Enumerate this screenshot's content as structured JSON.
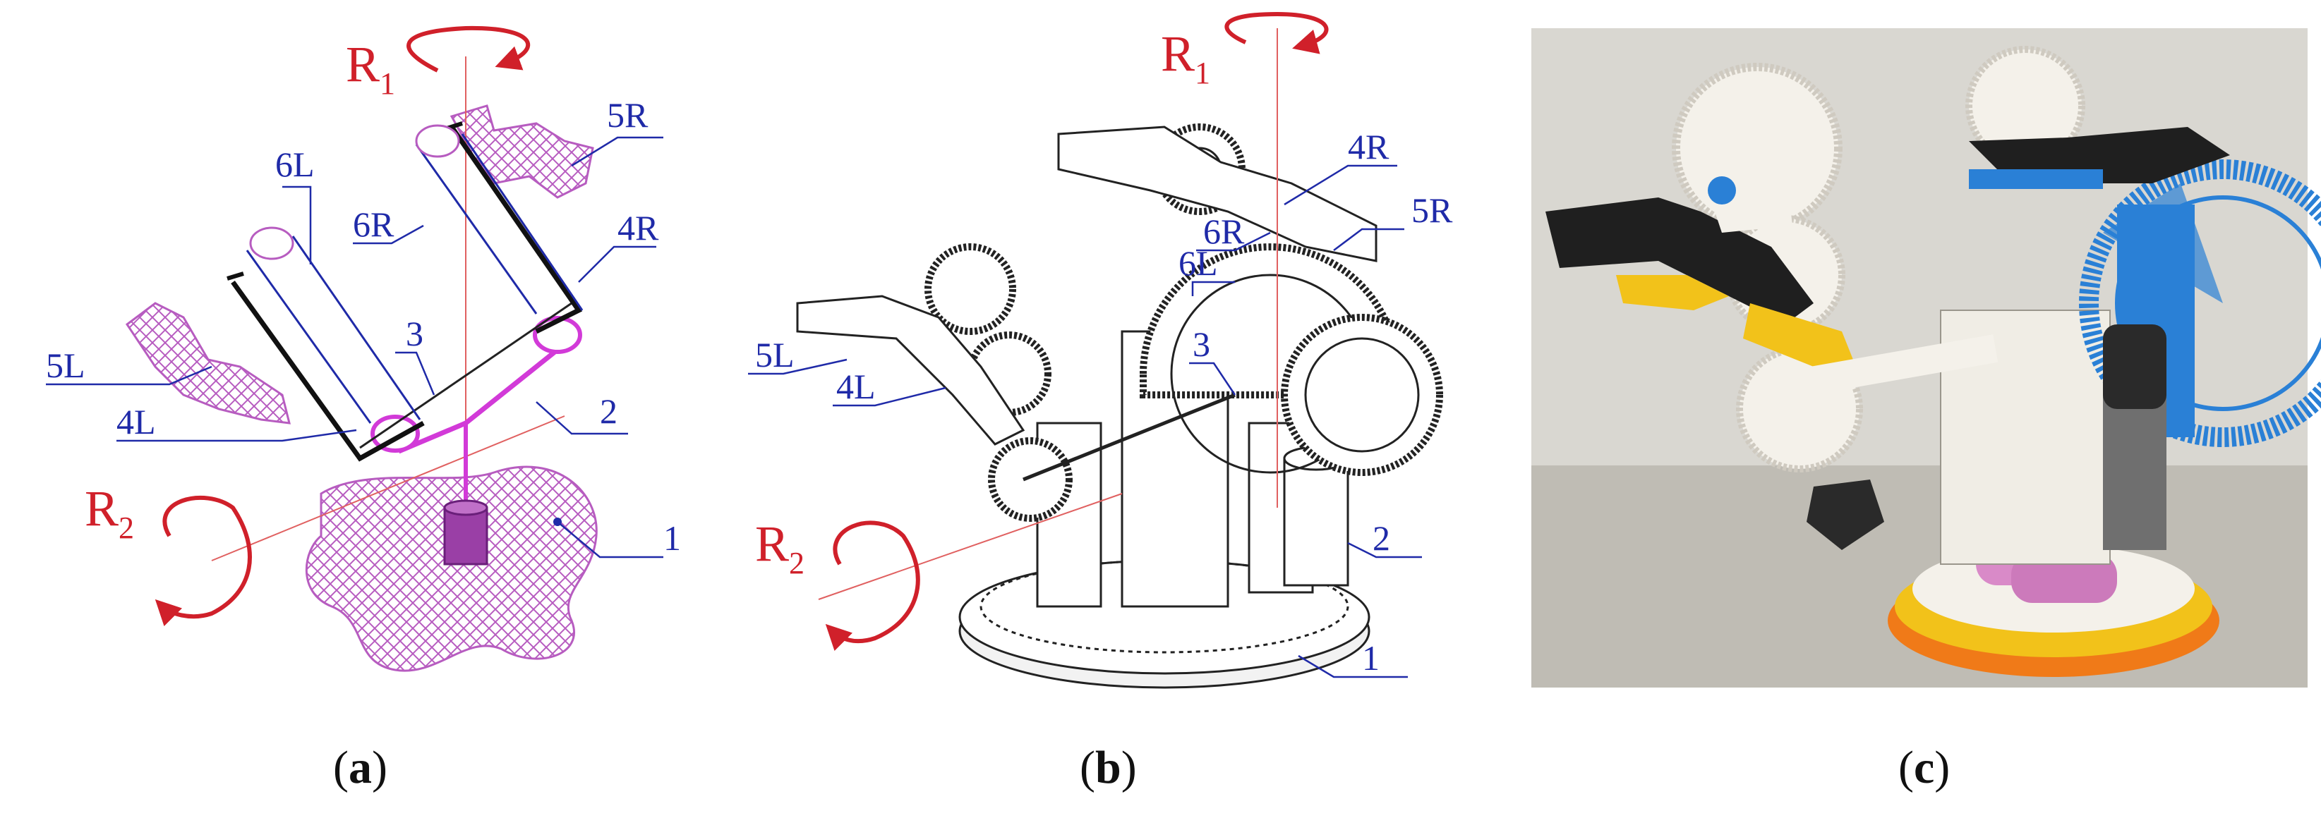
{
  "panels": [
    {
      "caption": {
        "letter": "a"
      },
      "rotations": [
        {
          "main": "R",
          "sub": "1"
        },
        {
          "main": "R",
          "sub": "2"
        }
      ],
      "labels": [
        "5R",
        "6L",
        "6R",
        "4R",
        "3",
        "2",
        "5L",
        "4L",
        "1"
      ]
    },
    {
      "caption": {
        "letter": "b"
      },
      "rotations": [
        {
          "main": "R",
          "sub": "1"
        },
        {
          "main": "R",
          "sub": "2"
        }
      ],
      "labels": [
        "4R",
        "6R",
        "5R",
        "6L",
        "3",
        "5L",
        "4L",
        "2",
        "1"
      ]
    },
    {
      "caption": {
        "letter": "c"
      }
    }
  ],
  "colors": {
    "label_blue": "#1f2aa8",
    "rotation_red": "#d0202a",
    "magenta_body": "#d23ad8",
    "hatch_fill": "#c98ad0",
    "photo_blue_gear": "#2a80d6",
    "photo_yellow": "#f2c21a",
    "photo_orange": "#f07a18",
    "photo_white": "#f4f1ea"
  }
}
